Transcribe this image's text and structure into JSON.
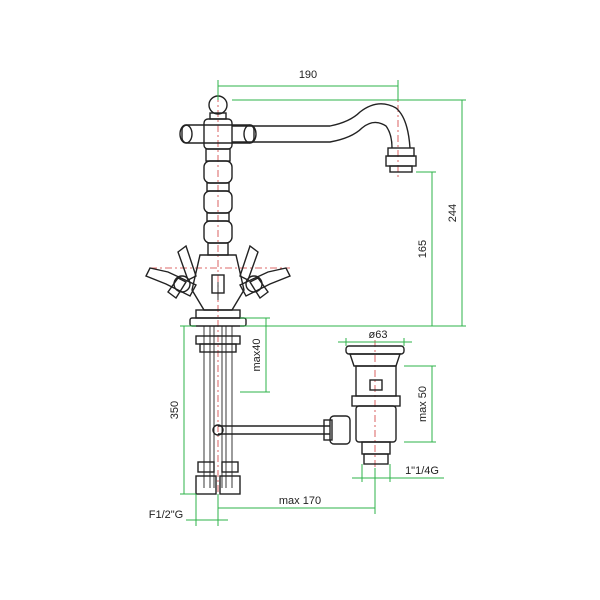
{
  "colors": {
    "dimension_lines": "#2db34a",
    "center_lines": "#d23a3a",
    "outline": "#222222"
  },
  "dimensions": {
    "spout_reach": "190",
    "total_height": "244",
    "spout_height": "165",
    "waste_diameter": "ø63",
    "max_deck_thickness": "max40",
    "max_waste_stroke": "max 50",
    "supply_length": "350",
    "waste_thread": "1\"1/4G",
    "max_rod_length": "max 170",
    "supply_thread": "F1/2\"G"
  }
}
